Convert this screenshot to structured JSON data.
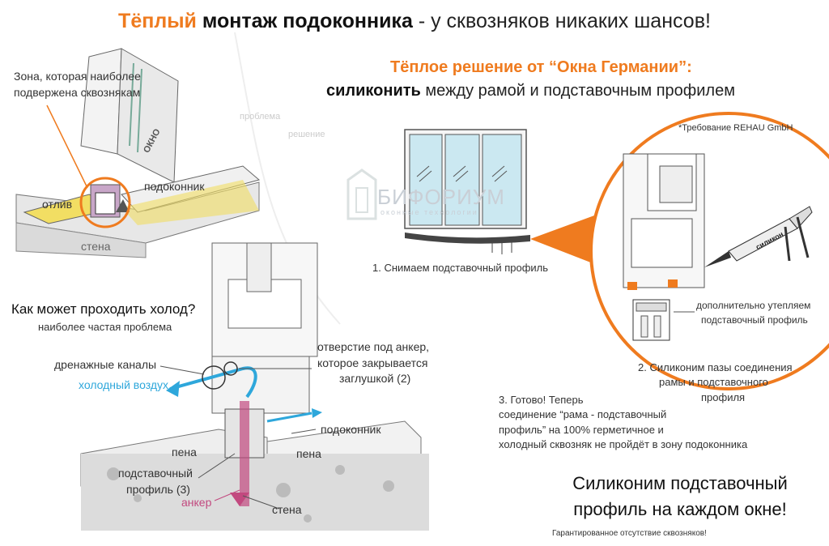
{
  "header": {
    "title_accent": "Тёплый",
    "title_bold": "монтаж подоконника",
    "title_rest": "- у сквозняков никаких шансов!"
  },
  "solution": {
    "heading": "Тёплое решение от “Окна Германии”:",
    "line_bold": "силиконить",
    "line_rest": "между рамой и подставочным профилем",
    "requirement_note": "*Требование REHAU GmbH"
  },
  "top_left_diagram": {
    "zone_label_1": "Зона, которая наиболее",
    "zone_label_2": "подвержена сквознякам",
    "window_label": "ОКНО",
    "sill_label": "подоконник",
    "drip_label": "отлив",
    "wall_label": "стена"
  },
  "cold_diagram": {
    "question": "Как может проходить холод?",
    "question_sub": "наиболее частая проблема",
    "drain_label": "дренажные каналы",
    "cold_air_label": "холодный воздух",
    "anchor_hole_1": "отверстие под анкер,",
    "anchor_hole_2": "которое закрывается",
    "anchor_hole_3": "заглушкой (2)",
    "sill_label": "подоконник",
    "foam_left": "пена",
    "foam_right": "пена",
    "profile_label_1": "подставочный",
    "profile_label_2": "профиль (3)",
    "anchor_label": "анкер",
    "wall_label": "стена"
  },
  "watermark": {
    "brand": "БИФОРИУМ",
    "tagline": "оконные технологии",
    "ghost_1": "проблема",
    "ghost_2": "решение"
  },
  "steps": {
    "step1": "1. Снимаем подставочный профиль",
    "insulate_1": "дополнительно утепляем",
    "insulate_2": "подставочный профиль",
    "step2_1": "2. Силиконим пазы соединения",
    "step2_2": "рамы и подставочного",
    "step2_3": "профиля",
    "step3_1": "3. Готово! Теперь",
    "step3_2": "соединение “рама - подставочный",
    "step3_3": "профиль” на 100% герметичное и",
    "step3_4": "холодный сквозняк не пройдёт в зону подоконника",
    "gun_label": "силикон"
  },
  "footer": {
    "call_1": "Силиконим подставочный",
    "call_2": "профиль на каждом окне!",
    "guarantee": "Гарантированное отсутствие сквозняков!"
  },
  "colors": {
    "accent": "#ef7b1f",
    "cold_air": "#2ea7db",
    "foam": "#f2de63",
    "anchor": "#c2497f",
    "line": "#555555"
  }
}
